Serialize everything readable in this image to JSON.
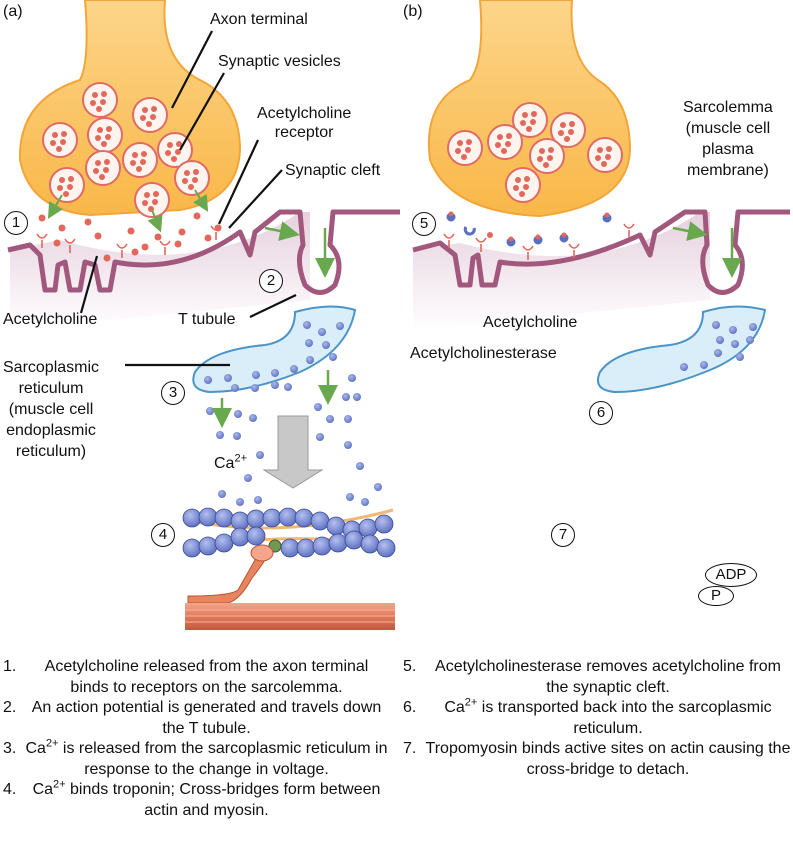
{
  "panels": [
    {
      "tag": "(a)",
      "labels": {
        "axon_terminal": "Axon terminal",
        "synaptic_vesicles": "Synaptic vesicles",
        "ach_receptor_line1": "Acetylcholine",
        "ach_receptor_line2": "receptor",
        "synaptic_cleft": "Synaptic cleft",
        "acetylcholine": "Acetylcholine",
        "t_tubule": "T tubule",
        "sr_line1": "Sarcoplasmic",
        "sr_line2": "reticulum",
        "sr_line3": "(muscle cell",
        "sr_line4": "endoplasmic",
        "sr_line5": "reticulum)",
        "calcium": "Ca",
        "calcium_charge": "2+"
      },
      "steps": [
        "1",
        "2",
        "3",
        "4"
      ]
    },
    {
      "tag": "(b)",
      "labels": {
        "sarcolemma_line1": "Sarcolemma",
        "sarcolemma_line2": "(muscle cell",
        "sarcolemma_line3": "plasma",
        "sarcolemma_line4": "membrane)",
        "acetylcholine": "Acetylcholine",
        "acetylcholinesterase": "Acetylcholinesterase",
        "adp": "ADP",
        "p": "P"
      },
      "steps": [
        "5",
        "6",
        "7"
      ]
    }
  ],
  "captions_left": [
    {
      "n": "1.",
      "pre": "Acetylcholine released from the axon terminal binds to receptors on the sarcolemma.",
      "sup": "",
      "post": ""
    },
    {
      "n": "2.",
      "pre": "An action potential is generated and travels down the T tubule.",
      "sup": "",
      "post": ""
    },
    {
      "n": "3.",
      "pre": "Ca",
      "sup": "2+",
      "post": " is released from the sarcoplasmic reticulum in response to the change in voltage."
    },
    {
      "n": "4.",
      "pre": "Ca",
      "sup": "2+",
      "post": " binds troponin; Cross-bridges form between actin and myosin."
    }
  ],
  "captions_right": [
    {
      "n": "5.",
      "pre": "Acetylcholinesterase removes acetylcholine from the synaptic cleft.",
      "sup": "",
      "post": ""
    },
    {
      "n": "6.",
      "pre": "Ca",
      "sup": "2+",
      "post": " is transported back into the sarcoplasmic reticulum."
    },
    {
      "n": "7.",
      "pre": "Tropomyosin binds active sites on actin causing the cross-bridge to detach.",
      "sup": "",
      "post": ""
    }
  ],
  "colors": {
    "axon": "#f9b748",
    "axon_light": "#fdd58a",
    "vesicle_ring": "#e06a66",
    "ach_dot": "#e2685c",
    "sarcolemma": "#a2577d",
    "sarcoplasm": "#f2e8ef",
    "sr_fill": "#d9eef8",
    "sr_stroke": "#4a94c8",
    "calcium": "#6f82c8",
    "green_arrow": "#6aa84f",
    "myosin": "#e8845e",
    "actin": "#7a8fd4",
    "tropomyosin": "#f0b878",
    "gray_arrow": "#c8c8c8"
  }
}
